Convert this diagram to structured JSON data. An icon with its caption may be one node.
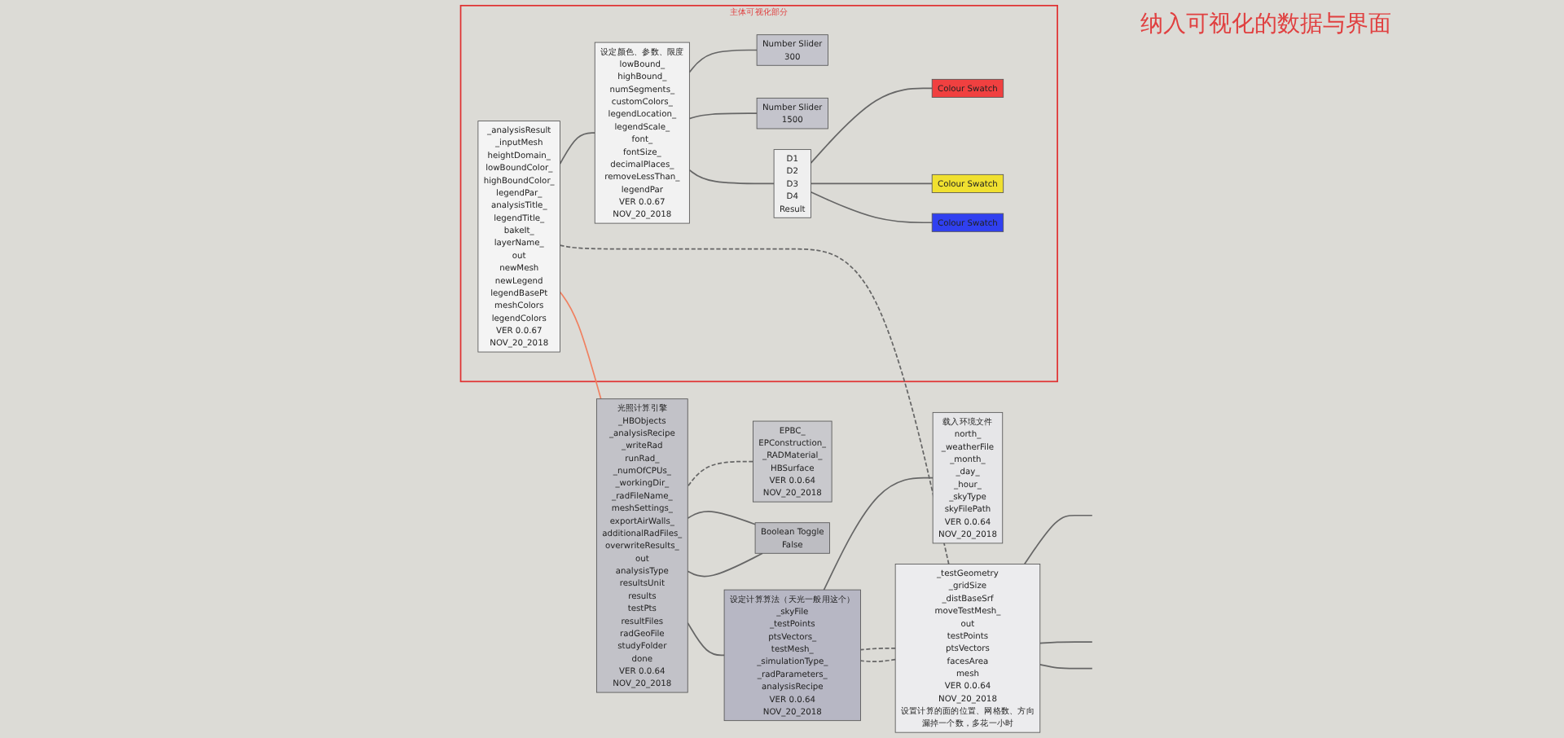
{
  "diagram": {
    "nodes": [
      {
        "text": [
          "EPBC_",
          "EPConstruction_",
          "_RADMaterial_",
          "HBSurface",
          "VER 0.0.64",
          "NOV_20_2018"
        ]
      },
      {
        "text": [
          "载入环境文件",
          "north_",
          "_weatherFile",
          "_month_",
          "_day_",
          "_hour_",
          "_skyType",
          "skyFilePath",
          "VER 0.0.64",
          "NOV_20_2018"
        ]
      },
      {
        "text": [
          "Boolean Toggle",
          "False"
        ]
      },
      {
        "text": [
          "光照计算引擎",
          "_HBObjects",
          "_analysisRecipe",
          "_writeRad",
          "runRad_",
          "_numOfCPUs_",
          "_workingDir_",
          "_radFileName_",
          "meshSettings_",
          "exportAirWalls_",
          "additionalRadFiles_",
          "overwriteResults_",
          "out",
          "analysisType",
          "resultsUnit",
          "results",
          "testPts",
          "resultFiles",
          "radGeoFile",
          "studyFolder",
          "done",
          "VER 0.0.64",
          "NOV_20_2018"
        ]
      },
      {
        "text": [
          "设定计算算法（天光一般用这个）",
          "_skyFile",
          "_testPoints",
          "ptsVectors_",
          "testMesh_",
          "_simulationType_",
          "_radParameters_",
          "analysisRecipe",
          "VER 0.0.64",
          "NOV_20_2018"
        ]
      },
      {
        "text": [
          "_testGeometry",
          "_gridSize",
          "_distBaseSrf",
          "moveTestMesh_",
          "out",
          "testPoints",
          "ptsVectors",
          "facesArea",
          "mesh",
          "VER 0.0.64",
          "NOV_20_2018",
          "设置计算的面的位置、网格数、方向",
          "漏掉一个数，多花一小时"
        ]
      },
      {
        "text": [
          "主体可视化部分"
        ]
      },
      {
        "text": [
          "Number Slider",
          "300"
        ],
        "in": 6
      },
      {
        "text": [
          "Number Slider",
          "1500"
        ],
        "in": 6
      },
      {
        "text": [
          "Colour Swatch"
        ],
        "in": 6
      },
      {
        "text": [
          "Colour Swatch"
        ],
        "in": 6
      },
      {
        "text": [
          "Colour Swatch"
        ],
        "in": 6
      },
      {
        "text": [
          "D1",
          "D2",
          "D3",
          "D4",
          "Result"
        ],
        "in": 6
      },
      {
        "text": [
          "设定颜色、参数、限度",
          "lowBound_",
          "highBound_",
          "numSegments_",
          "customColors_",
          "legendLocation_",
          "legendScale_",
          "font_",
          "fontSize_",
          "decimalPlaces_",
          "removeLessThan_",
          "legendPar",
          "VER 0.0.67",
          "NOV_20_2018"
        ],
        "in": 6
      },
      {
        "text": [
          "_analysisResult",
          "_inputMesh",
          "heightDomain_",
          "lowBoundColor_",
          "highBoundColor_",
          "legendPar_",
          "analysisTitle_",
          "legendTitle_",
          "bakeIt_",
          "layerName_",
          "out",
          "newMesh",
          "newLegend",
          "legendBasePt",
          "meshColors",
          "legendColors",
          "VER 0.0.67",
          "NOV_20_2018"
        ],
        "in": 6
      }
    ],
    "edges": [
      {
        "from": 0,
        "to": 3,
        "arrow": "none",
        "style": "dashed"
      },
      {
        "from": 1,
        "to": 4,
        "arrow": "none"
      },
      {
        "from": 2,
        "to": 3,
        "arrow": "none"
      },
      {
        "from": 2,
        "to": 3,
        "arrow": "none"
      },
      {
        "from": 4,
        "to": 3,
        "arrow": "none"
      },
      {
        "from": 5,
        "to": 4,
        "arrow": "none",
        "style": "dashed"
      },
      {
        "from": 5,
        "to": 4,
        "arrow": "none",
        "style": "dashed"
      },
      {
        "from": 5,
        "to": 14,
        "arrow": "none",
        "style": "dashed"
      },
      {
        "from": 3,
        "to": 14,
        "arrow": "none",
        "color": "#f08060"
      },
      {
        "from": 7,
        "to": 13,
        "arrow": "none"
      },
      {
        "from": 8,
        "to": 13,
        "arrow": "none"
      },
      {
        "from": 9,
        "to": 12,
        "arrow": "none"
      },
      {
        "from": 10,
        "to": 12,
        "arrow": "none"
      },
      {
        "from": 11,
        "to": 12,
        "arrow": "none"
      },
      {
        "from": 12,
        "to": 13,
        "arrow": "none"
      },
      {
        "from": 13,
        "to": 14,
        "arrow": "none"
      },
      {
        "from": null,
        "to": 5,
        "arrow": "none"
      },
      {
        "from": null,
        "to": 5,
        "arrow": "none"
      },
      {
        "from": null,
        "to": 5,
        "arrow": "none"
      }
    ],
    "labels": [
      "纳入可视化的数据与界面"
    ]
  }
}
